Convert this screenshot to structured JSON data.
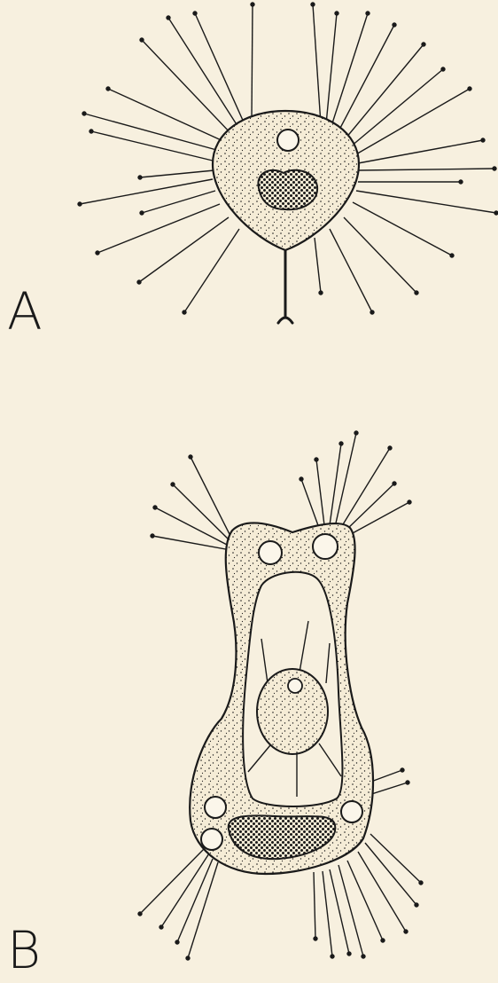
{
  "figures": [
    {
      "id": "A",
      "label": "A"
    },
    {
      "id": "B",
      "label": "B"
    }
  ],
  "colors": {
    "background": "#f7f0df",
    "ink": "#1a1a1a",
    "vacuole_fill": "#fbf6ea"
  }
}
